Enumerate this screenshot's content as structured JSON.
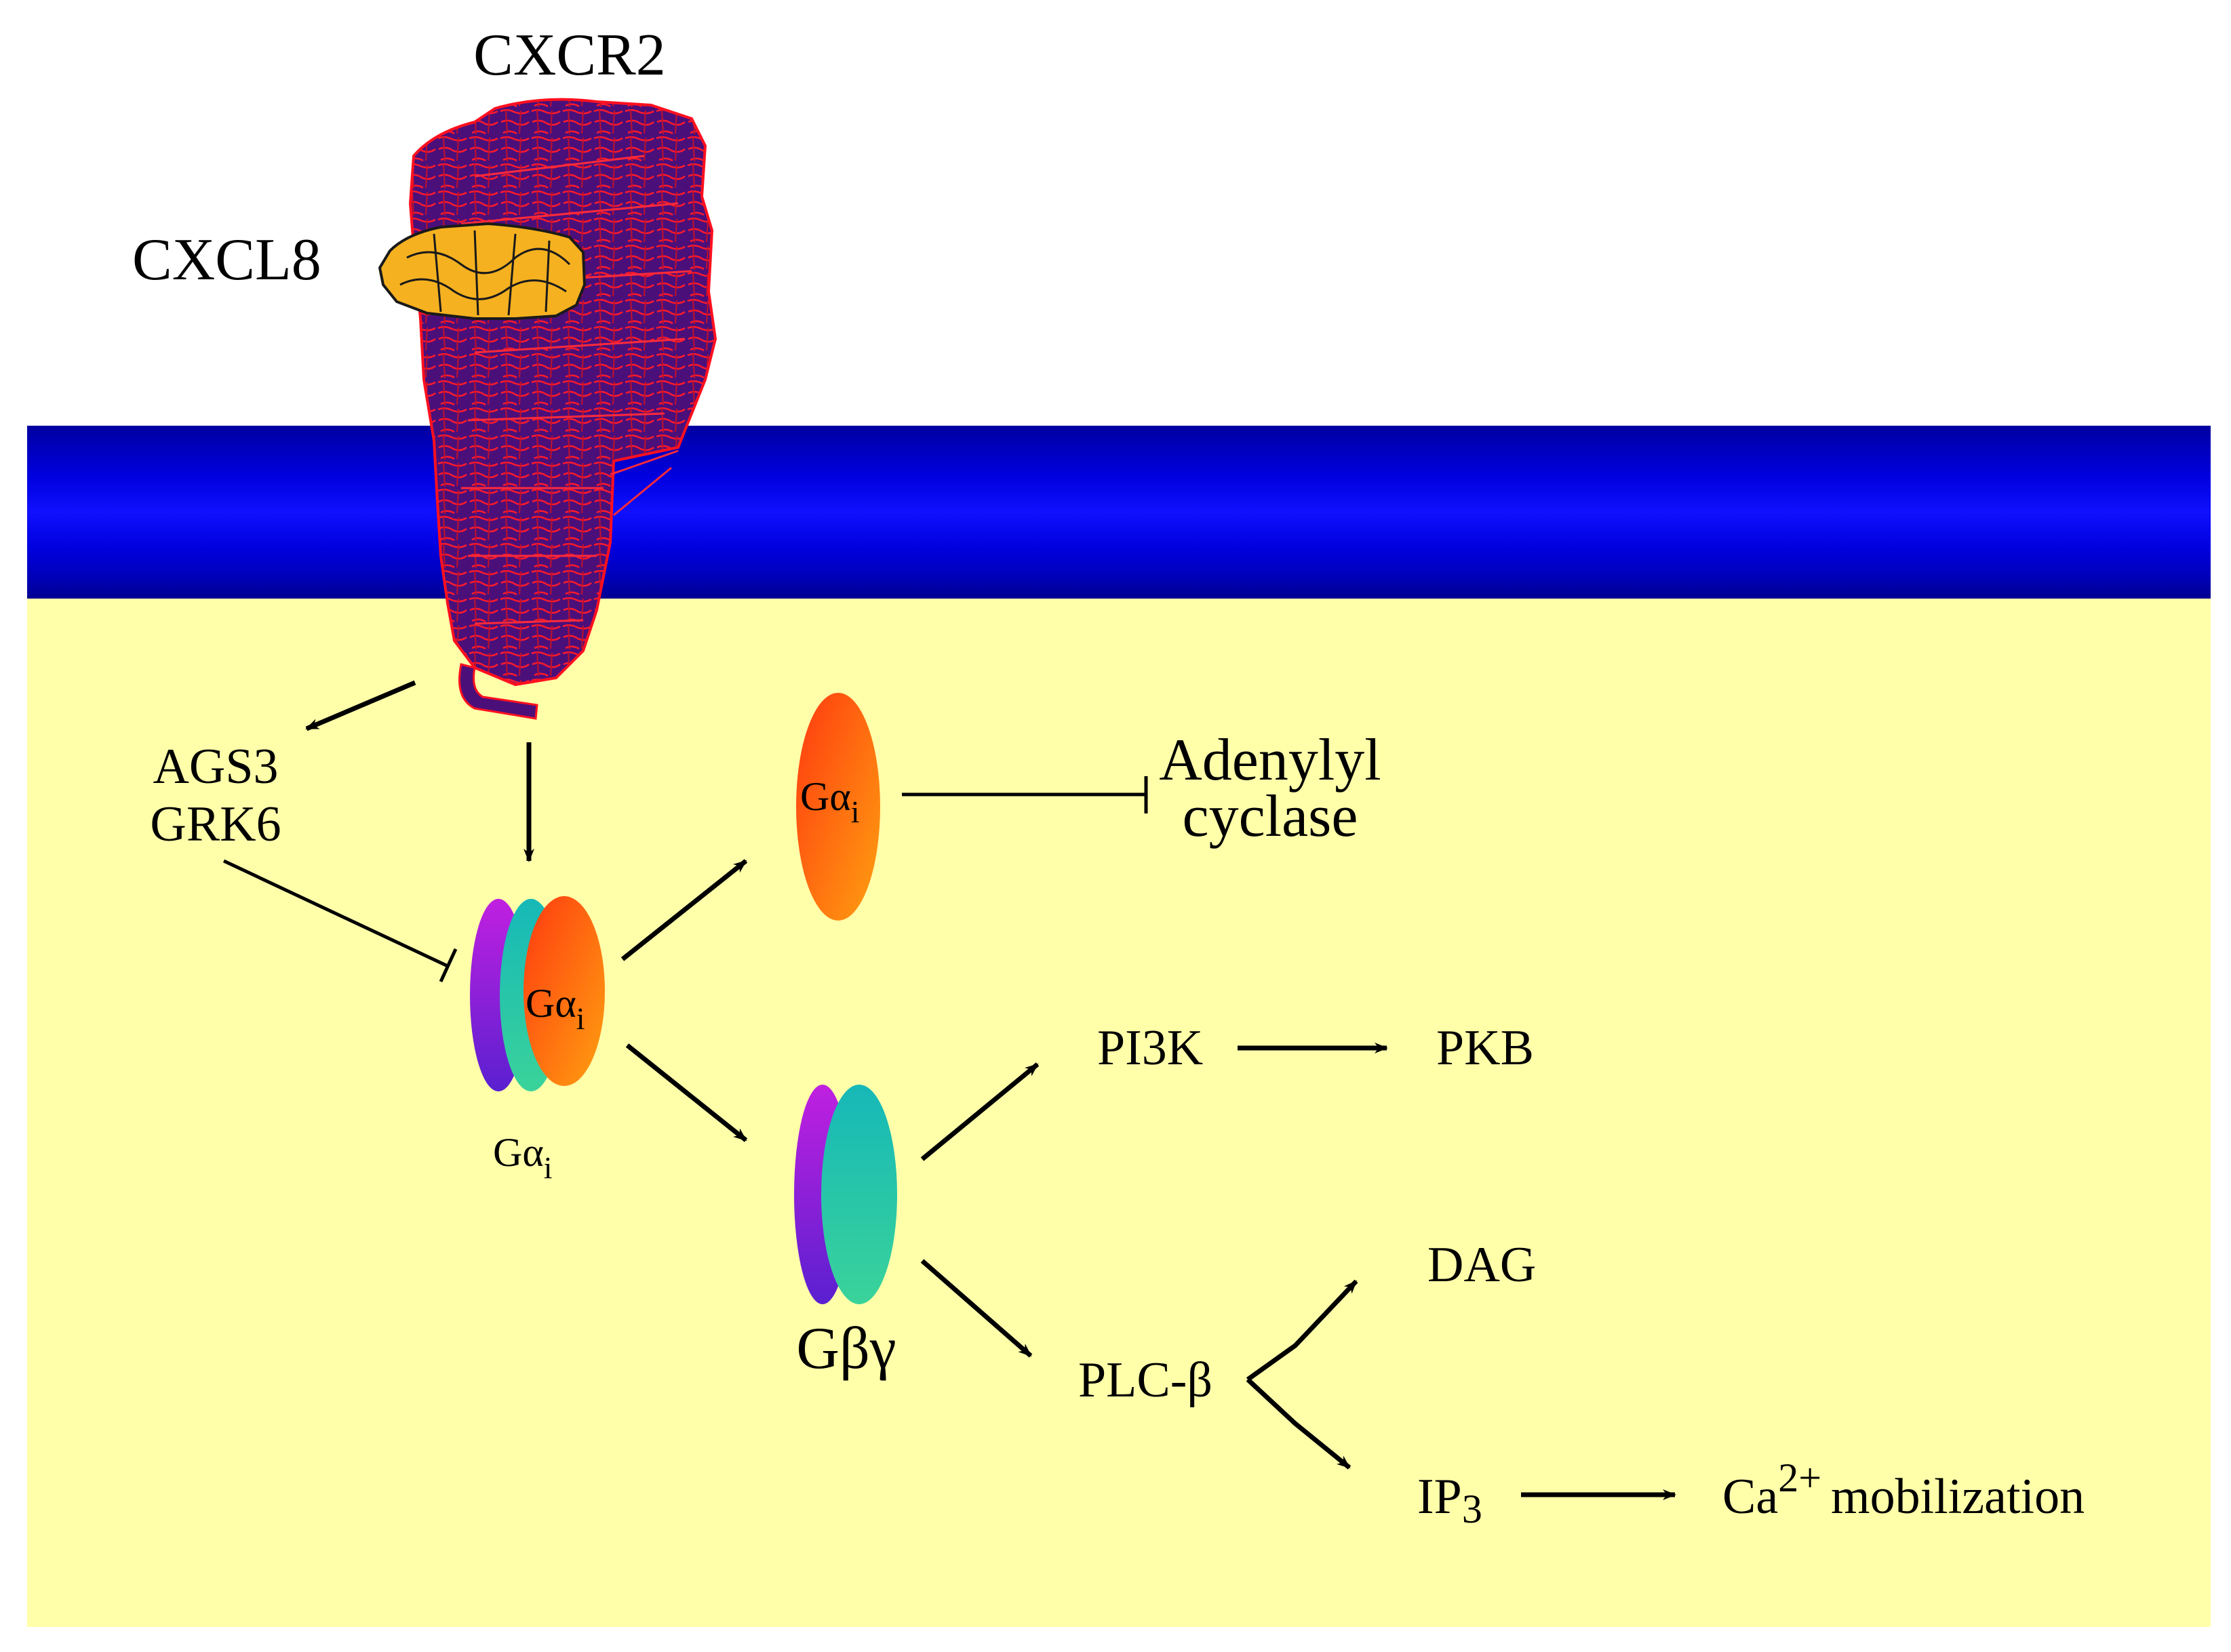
{
  "receptor": {
    "label": "CXCR2"
  },
  "ligand": {
    "label": "CXCL8"
  },
  "regulators": {
    "line1": "AGS3",
    "line2": "GRK6"
  },
  "g_protein": {
    "heterotrimer_label": "Gα",
    "heterotrimer_sub": "i",
    "heterotrimer_inner_label": "Gα",
    "heterotrimer_inner_sub": "i",
    "alpha_label": "Gα",
    "alpha_sub": "i",
    "beta_gamma_label": "Gβγ"
  },
  "targets": {
    "adenylyl_line1": "Adenylyl",
    "adenylyl_line2": "cyclase",
    "pi3k": "PI3K",
    "pkb": "PKB",
    "plc": "PLC-β",
    "dag": "DAG",
    "ip3_base": "IP",
    "ip3_sub": "3",
    "ca_base": "Ca",
    "ca_sup": "2+",
    "ca_rest": "mobilization"
  },
  "colors": {
    "cytoplasm": "#ffffaa",
    "membrane": "#0000cc",
    "receptor_fill": "#4b0f7a",
    "receptor_edge": "#ff1020",
    "ligand": "#f5b120",
    "g_alpha_light": "#ff9a10",
    "g_alpha_dark": "#ff4a10",
    "g_beta_teal": "#20c8b0",
    "g_gamma_purple": "#8a20d8"
  }
}
